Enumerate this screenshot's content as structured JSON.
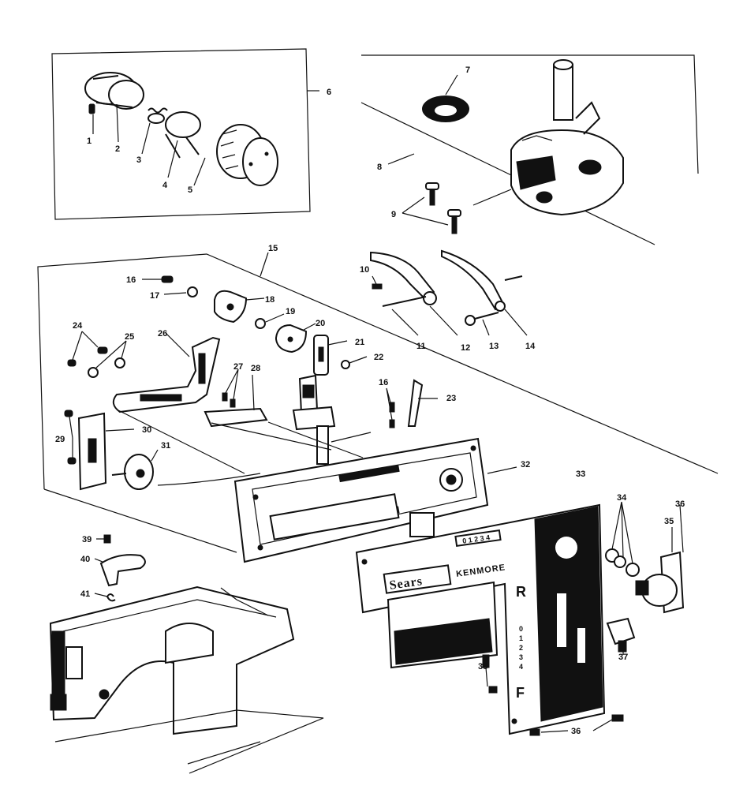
{
  "part_labels": {
    "p1": "1",
    "p2": "2",
    "p3": "3",
    "p4": "4",
    "p5": "5",
    "p6": "6",
    "p7": "7",
    "p8": "8",
    "p9": "9",
    "p10": "10",
    "p11": "11",
    "p12": "12",
    "p13": "13",
    "p14": "14",
    "p15": "15",
    "p16a": "16",
    "p16b": "16",
    "p17": "17",
    "p18": "18",
    "p19": "19",
    "p20": "20",
    "p21": "21",
    "p22": "22",
    "p23": "23",
    "p24": "24",
    "p25": "25",
    "p26": "26",
    "p27": "27",
    "p28": "28",
    "p29": "29",
    "p30": "30",
    "p31": "31",
    "p32": "32",
    "p33": "33",
    "p34": "34",
    "p35": "35",
    "p36a": "36",
    "p36b": "36",
    "p37": "37",
    "p38": "38",
    "p39": "39",
    "p40": "40",
    "p41": "41"
  },
  "faceplate": {
    "brand_badge": "Sears",
    "brand_name": "KENMORE",
    "stitch_scale": "0 1 2 3 4",
    "reverse_mark": "R",
    "forward_mark": "F",
    "length_scale": [
      "0",
      "1",
      "2",
      "3",
      "4"
    ]
  }
}
